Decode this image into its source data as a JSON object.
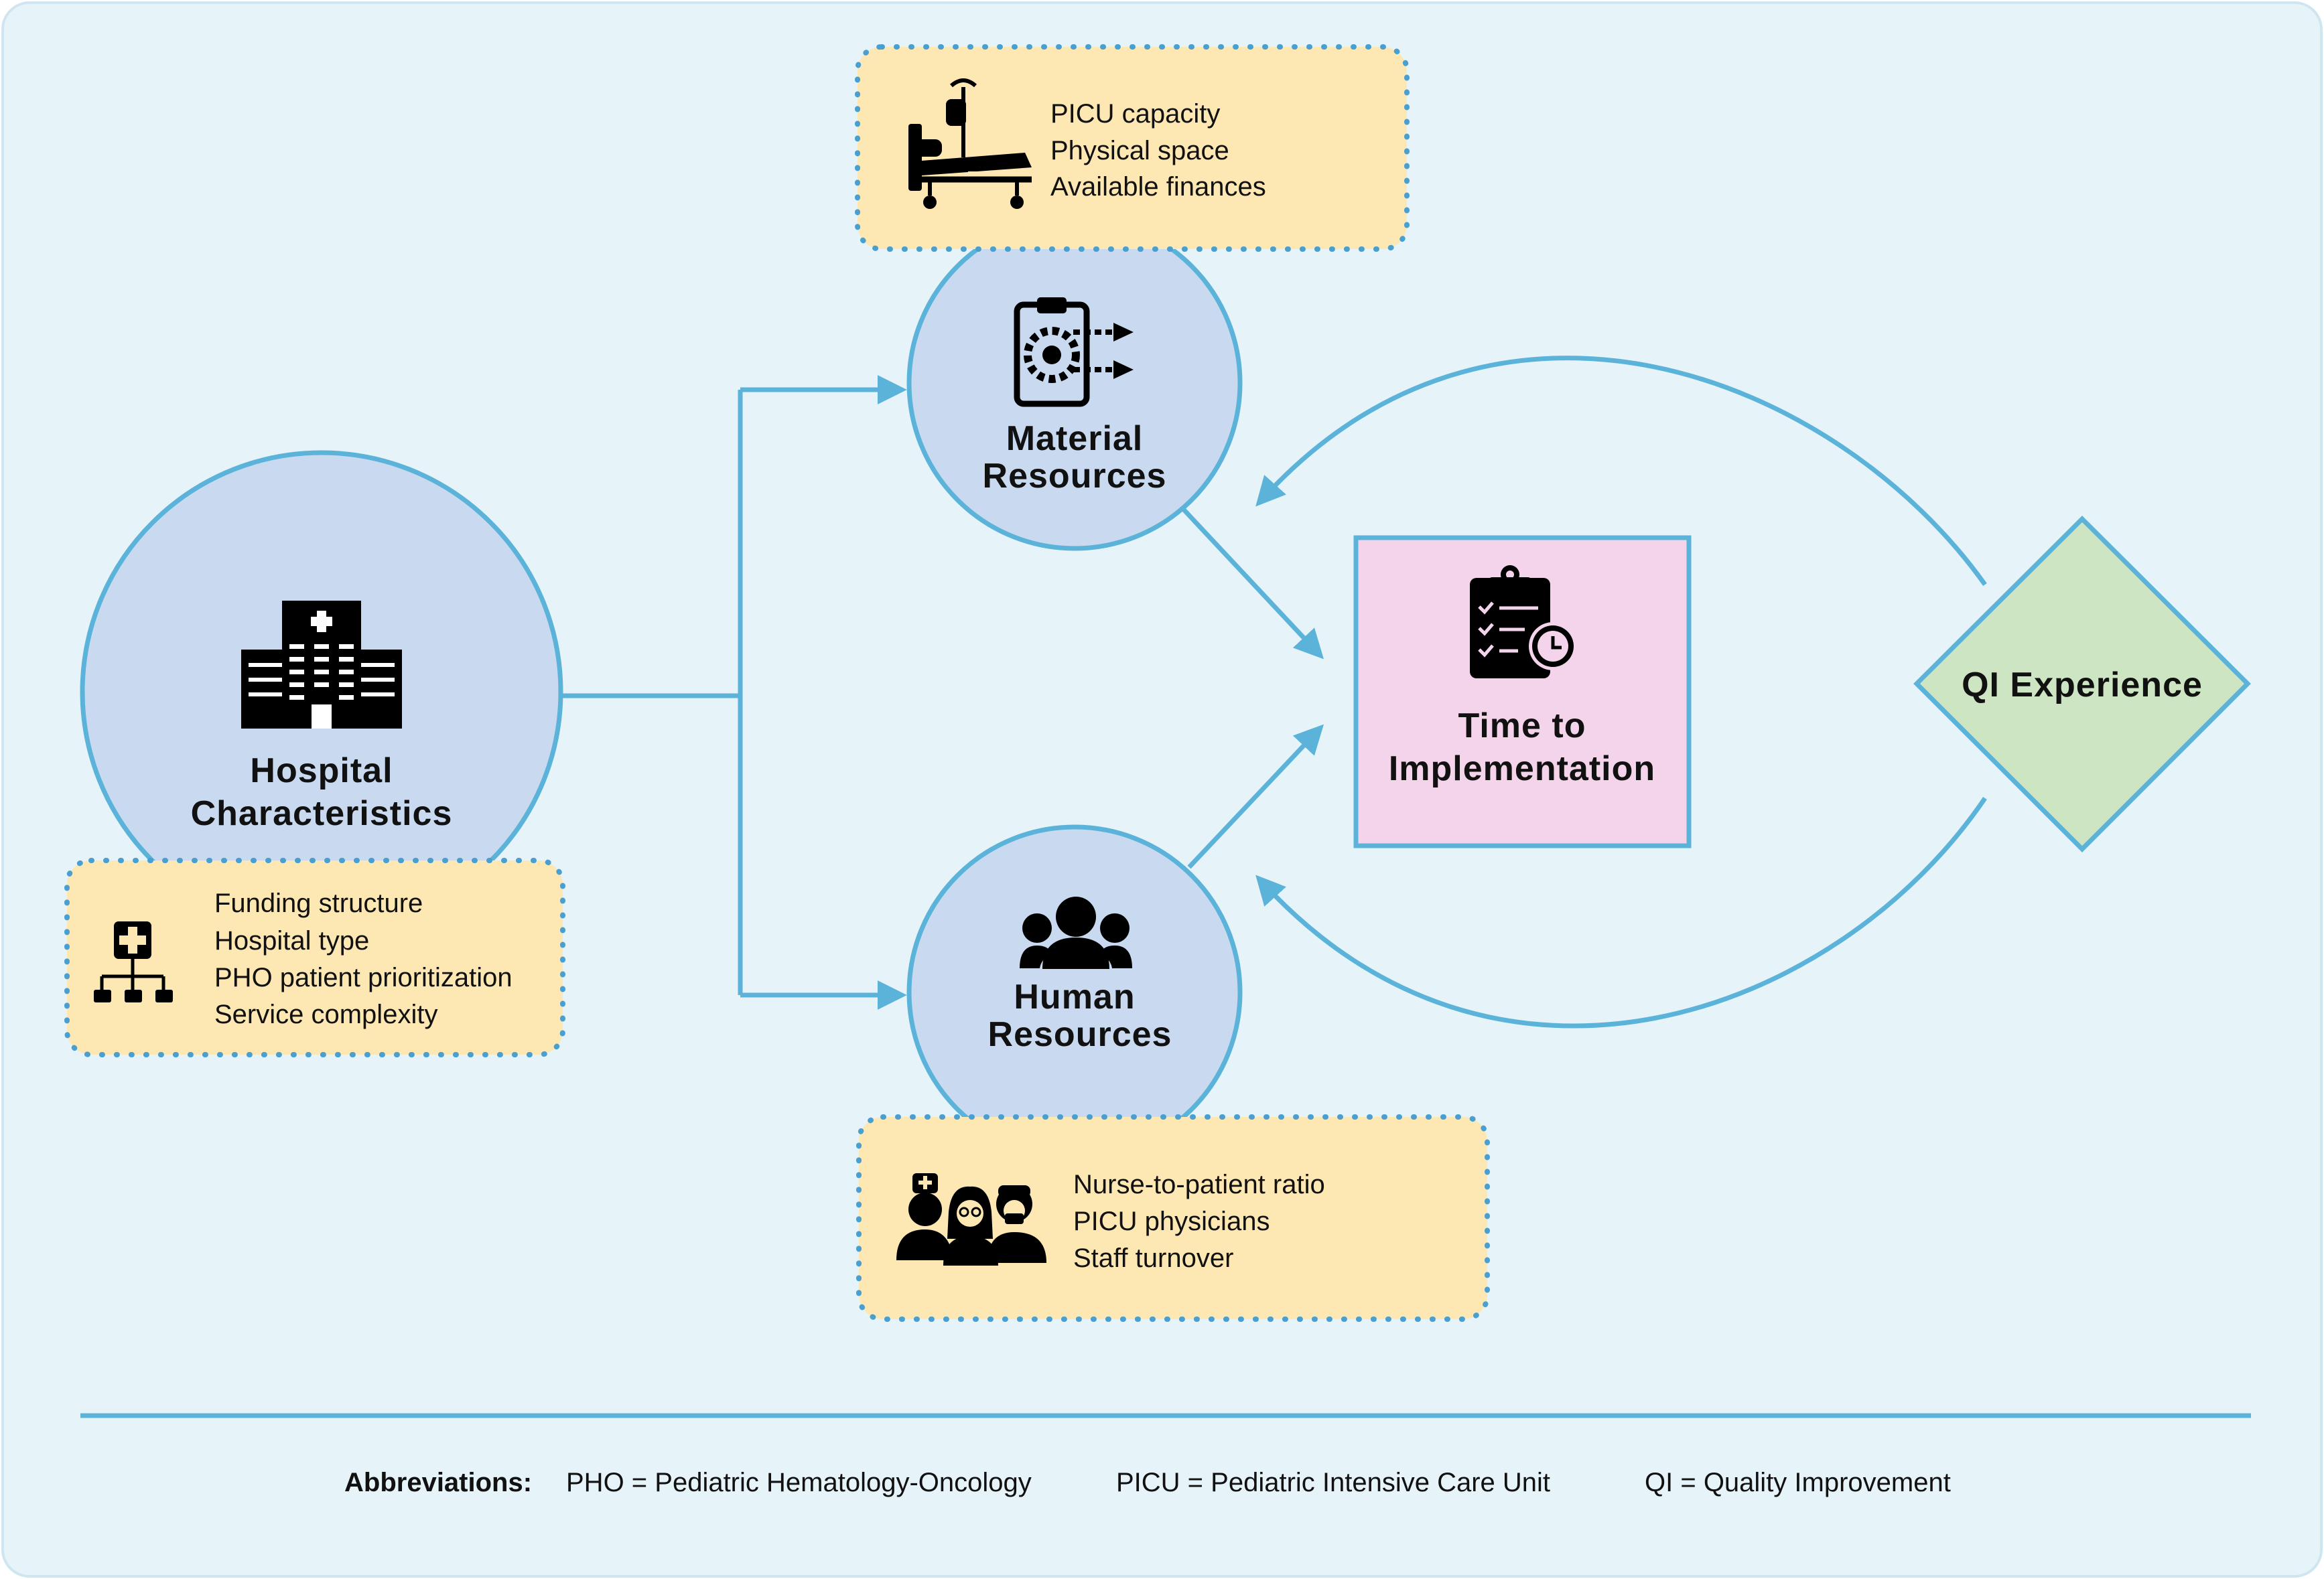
{
  "colors": {
    "background": "#e6f3f9",
    "frame_border": "#cfe6f1",
    "connector": "#5bb3d9",
    "circle_fill": "#c9daf0",
    "info_box_fill": "#fde7b2",
    "info_box_dots": "#4a9fd1",
    "target_fill": "#f3d4ea",
    "diamond_fill": "#cde5c2",
    "icon": "#000000"
  },
  "nodes": {
    "hospital": {
      "title_line1": "Hospital",
      "title_line2": "Characteristics",
      "icon": "hospital-building-icon",
      "details": [
        "Funding structure",
        "Hospital type",
        "PHO patient prioritization",
        "Service complexity"
      ],
      "details_icon": "org-chart-icon"
    },
    "material": {
      "title_line1": "Material",
      "title_line2": "Resources",
      "icon": "clipboard-gear-arrows-icon",
      "details": [
        "PICU capacity",
        "Physical space",
        "Available finances"
      ],
      "details_icon": "hospital-bed-icon"
    },
    "human": {
      "title_line1": "Human",
      "title_line2": "Resources",
      "icon": "people-group-icon",
      "details": [
        "Nurse-to-patient ratio",
        "PICU physicians",
        "Staff turnover"
      ],
      "details_icon": "medical-staff-icon"
    },
    "time": {
      "title_line1": "Time to",
      "title_line2": "Implementation",
      "icon": "clipboard-clock-icon"
    },
    "qi": {
      "title": "QI Experience"
    }
  },
  "abbreviations": {
    "label": "Abbreviations:",
    "items": [
      "PHO = Pediatric Hematology-Oncology",
      "PICU = Pediatric Intensive Care Unit",
      "QI = Quality Improvement"
    ]
  }
}
